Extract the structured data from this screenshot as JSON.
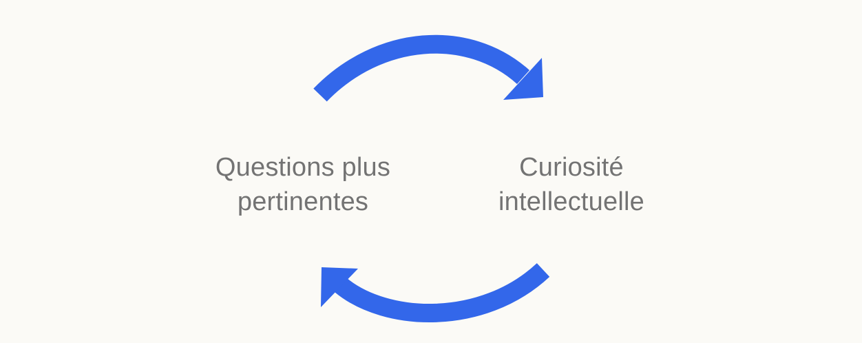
{
  "diagram": {
    "left_node": {
      "line1": "Questions plus",
      "line2": "pertinentes"
    },
    "right_node": {
      "line1": "Curiosité",
      "line2": "intellectuelle"
    },
    "arrow_color": "#3367ea",
    "text_color": "#737373",
    "background_color": "#fbfaf6"
  }
}
